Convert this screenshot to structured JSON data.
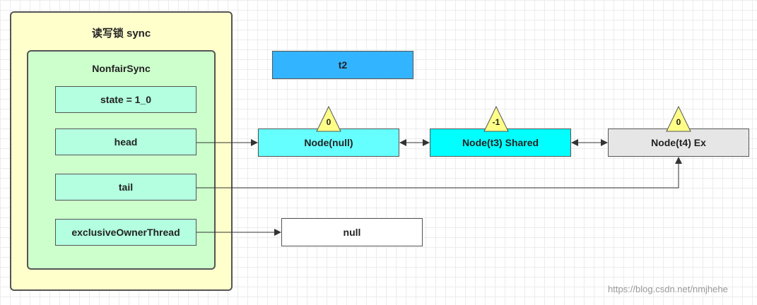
{
  "outer": {
    "title": "读写锁 sync"
  },
  "inner": {
    "title": "NonfairSync"
  },
  "fields": {
    "state": "state = 1_0",
    "head": "head",
    "tail": "tail",
    "owner": "exclusiveOwnerThread"
  },
  "thread_box": "t2",
  "nodes": {
    "null": {
      "label": "Node(null)",
      "waitStatus": "0"
    },
    "t3": {
      "label": "Node(t3) Shared",
      "waitStatus": "-1"
    },
    "t4": {
      "label": "Node(t4) Ex",
      "waitStatus": "0"
    }
  },
  "owner_value": "null",
  "colors": {
    "outer_bg": "#ffffcc",
    "inner_bg": "#ccffcc",
    "field_bg": "#b3ffe0",
    "thread_bg": "#33b4ff",
    "node_null_bg": "#66ffff",
    "node_t3_bg": "#00ffff",
    "node_t4_bg": "#e6e6e6",
    "triangle_fill": "#ffff88"
  },
  "watermark": "https://blog.csdn.net/nmjhehe"
}
